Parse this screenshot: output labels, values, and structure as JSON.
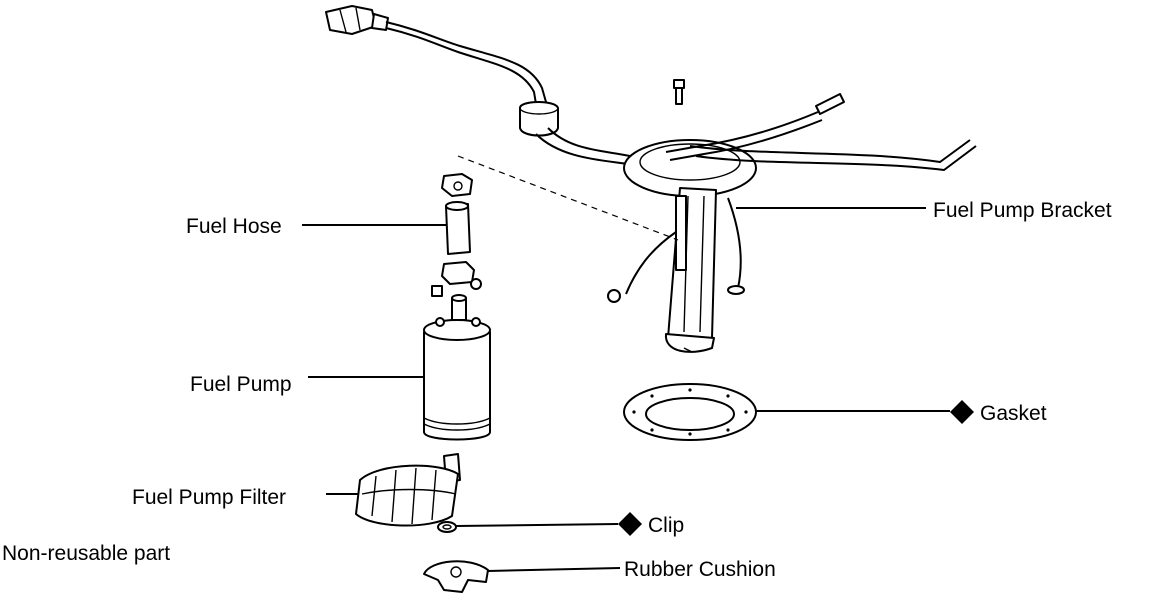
{
  "labels": {
    "fuel_hose": "Fuel Hose",
    "fuel_pump": "Fuel Pump",
    "fuel_pump_filter": "Fuel Pump Filter",
    "fuel_pump_bracket": "Fuel Pump Bracket",
    "gasket": "Gasket",
    "clip": "Clip",
    "rubber_cushion": "Rubber Cushion"
  },
  "legend": {
    "non_reusable": "Non-reusable part"
  },
  "non_reusable_marker": "diamond",
  "colors": {
    "ink": "#000000",
    "paper": "#ffffff"
  }
}
